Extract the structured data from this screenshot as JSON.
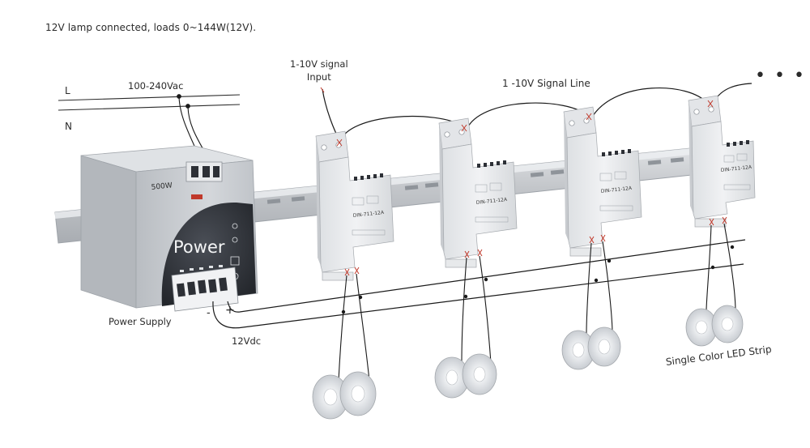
{
  "caption": "12V lamp connected, loads 0~144W(12V).",
  "mains": {
    "line_l": "L",
    "line_n": "N",
    "voltage": "100-240Vac"
  },
  "signal": {
    "input_line1": "1-10V signal",
    "input_line2": "Input",
    "line_label": "1 -10V Signal Line",
    "continuation": "• • •"
  },
  "power_supply": {
    "wattage": "500W",
    "brand_text": "Power",
    "label": "Power Supply",
    "output": "12Vdc",
    "terminal_minus": "-",
    "terminal_plus": "+"
  },
  "modules": [
    {
      "model": "DIN-711-12A"
    },
    {
      "model": "DIN-711-12A"
    },
    {
      "model": "DIN-711-12A"
    },
    {
      "model": "DIN-711-12A"
    }
  ],
  "load": {
    "label": "Single Color LED Strip"
  },
  "colors": {
    "wire": "#1a1a1a",
    "signal_wire_red": "#c0392b",
    "rail": "#c4c7cb",
    "module_body": "#e9ebed",
    "psu_body": "#c9ccd0",
    "psu_disc": "#3a3d44"
  }
}
